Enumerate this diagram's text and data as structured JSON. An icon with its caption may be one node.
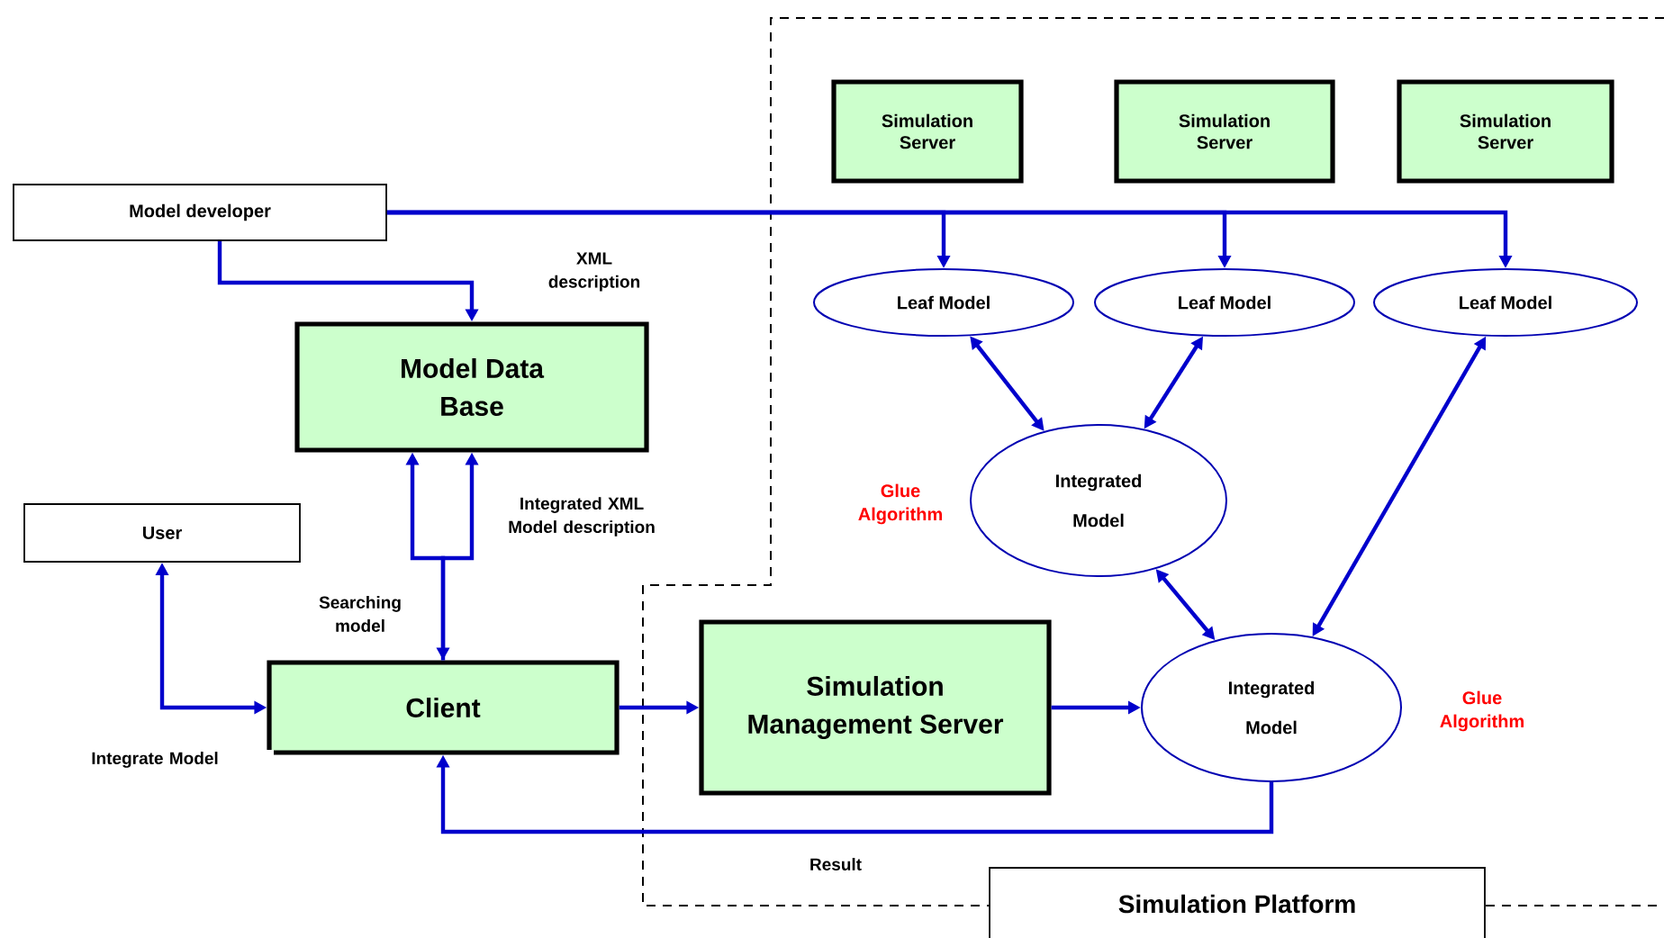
{
  "diagram": {
    "nodes": [
      {
        "text": [
          "Simulation Server"
        ]
      },
      {
        "text": [
          "Simulation Server"
        ]
      },
      {
        "text": [
          "Simulation Server"
        ]
      },
      {
        "text": [
          "Model developer"
        ]
      },
      {
        "text": [
          "Model Data Base"
        ]
      },
      {
        "text": [
          "User"
        ]
      },
      {
        "text": [
          "Client"
        ]
      },
      {
        "text": [
          "Simulation Management Server"
        ]
      },
      {
        "text": [
          "Leaf Model"
        ]
      },
      {
        "text": [
          "Leaf Model"
        ]
      },
      {
        "text": [
          "Leaf Model"
        ]
      },
      {
        "text": [
          "Integrated Model"
        ],
        "beside": [
          "Glue Algorithm"
        ]
      },
      {
        "text": [
          "Integrated Model"
        ],
        "beside": [
          "Glue Algorithm"
        ]
      },
      {
        "text": [
          "Simulation Platform"
        ]
      }
    ],
    "edges": [
      {
        "from": 3,
        "to": 4,
        "arrow": "to",
        "label": "XML description"
      },
      {
        "from": 3,
        "to": 8,
        "arrow": "to"
      },
      {
        "from": 3,
        "to": 9,
        "arrow": "to"
      },
      {
        "from": 3,
        "to": 10,
        "arrow": "to"
      },
      {
        "from": 6,
        "to": 4,
        "arrow": "both",
        "label": "Searching model"
      },
      {
        "from": 6,
        "to": 4,
        "arrow": "to",
        "label": "Integrated XML Model description"
      },
      {
        "from": 5,
        "to": 6,
        "arrow": "both",
        "label": "Integrate Model"
      },
      {
        "from": 6,
        "to": 7,
        "arrow": "to"
      },
      {
        "from": 7,
        "to": 12,
        "arrow": "to"
      },
      {
        "from": 12,
        "to": 6,
        "arrow": "to",
        "label": "Result"
      },
      {
        "from": 8,
        "to": 11,
        "arrow": "both"
      },
      {
        "from": 9,
        "to": 11,
        "arrow": "both"
      },
      {
        "from": 10,
        "to": 12,
        "arrow": "both"
      },
      {
        "from": 11,
        "to": 12,
        "arrow": "both"
      }
    ]
  }
}
